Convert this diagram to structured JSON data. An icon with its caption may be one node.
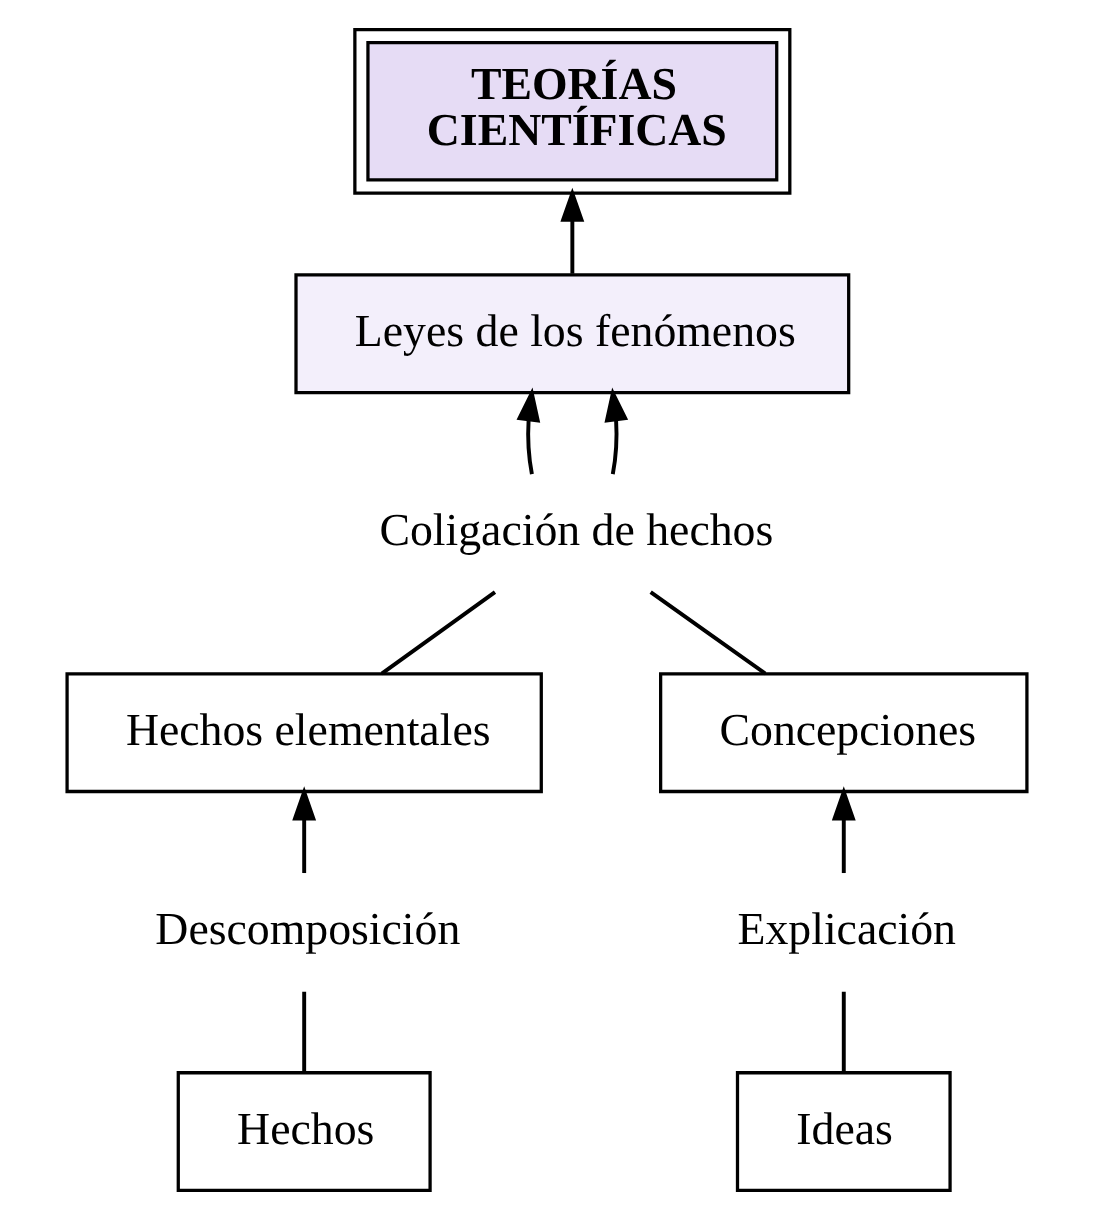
{
  "diagram": {
    "nodes": [
      {
        "text": [
          "TEORÍAS CIENTÍFICAS"
        ]
      },
      {
        "text": [
          "Leyes de los fenómenos"
        ]
      },
      {
        "text": [
          "Coligación de hechos"
        ]
      },
      {
        "text": [
          "Hechos elementales"
        ]
      },
      {
        "text": [
          "Concepciones"
        ]
      },
      {
        "text": [
          "Descomposición"
        ]
      },
      {
        "text": [
          "Explicación"
        ]
      },
      {
        "text": [
          "Hechos"
        ]
      },
      {
        "text": [
          "Ideas"
        ]
      }
    ],
    "edges": [
      {
        "from": 1,
        "to": 0,
        "arrow": "to"
      },
      {
        "from": 2,
        "to": 1,
        "arrow": "to"
      },
      {
        "from": 2,
        "to": 1,
        "arrow": "to"
      },
      {
        "from": 3,
        "to": 2,
        "arrow": "none"
      },
      {
        "from": 4,
        "to": 2,
        "arrow": "none"
      },
      {
        "from": 7,
        "to": 5,
        "arrow": "none"
      },
      {
        "from": 5,
        "to": 3,
        "arrow": "to"
      },
      {
        "from": 8,
        "to": 6,
        "arrow": "none"
      },
      {
        "from": 6,
        "to": 4,
        "arrow": "to"
      }
    ]
  }
}
